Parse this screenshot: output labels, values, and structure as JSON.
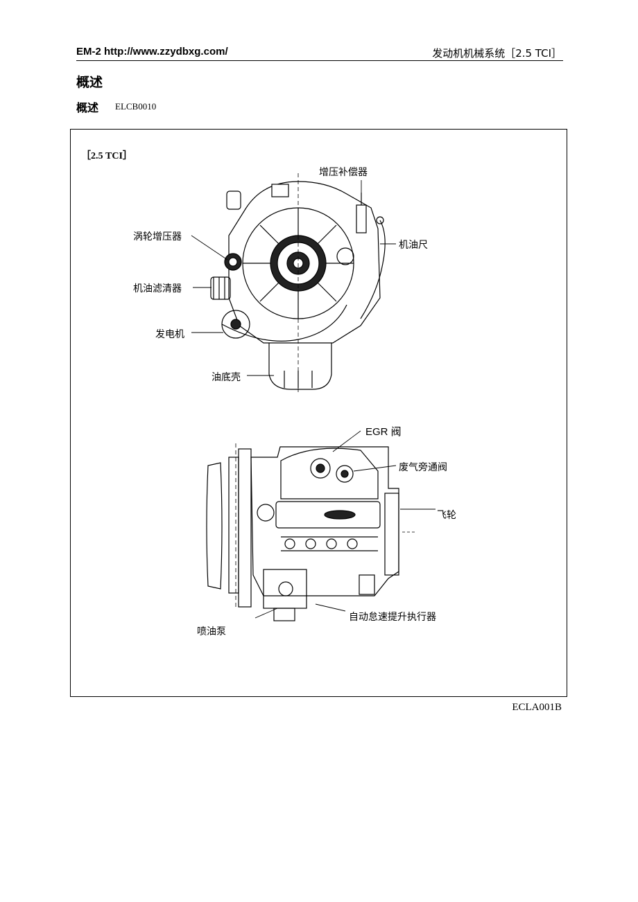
{
  "header": {
    "left": "EM-2 http://www.zzydbxg.com/",
    "right": "发动机机械系统［2.5 TCI］"
  },
  "section": {
    "title": "概述",
    "subtitle": "概述",
    "code": "ELCB0010"
  },
  "figure": {
    "label": "［2.5 TCI］",
    "figure_code": "ECLA001B",
    "front_view_callouts": {
      "boost_compensator": "增压补偿器",
      "turbocharger": "涡轮增压器",
      "dipstick": "机油尺",
      "oil_filter": "机油滤清器",
      "alternator": "发电机",
      "oil_pan": "油底壳"
    },
    "side_view_callouts": {
      "egr_valve": "EGR 阀",
      "wastegate_valve": "废气旁通阀",
      "flywheel": "飞轮",
      "idle_actuator": "自动怠速提升执行器",
      "injection_pump": "喷油泵"
    }
  }
}
